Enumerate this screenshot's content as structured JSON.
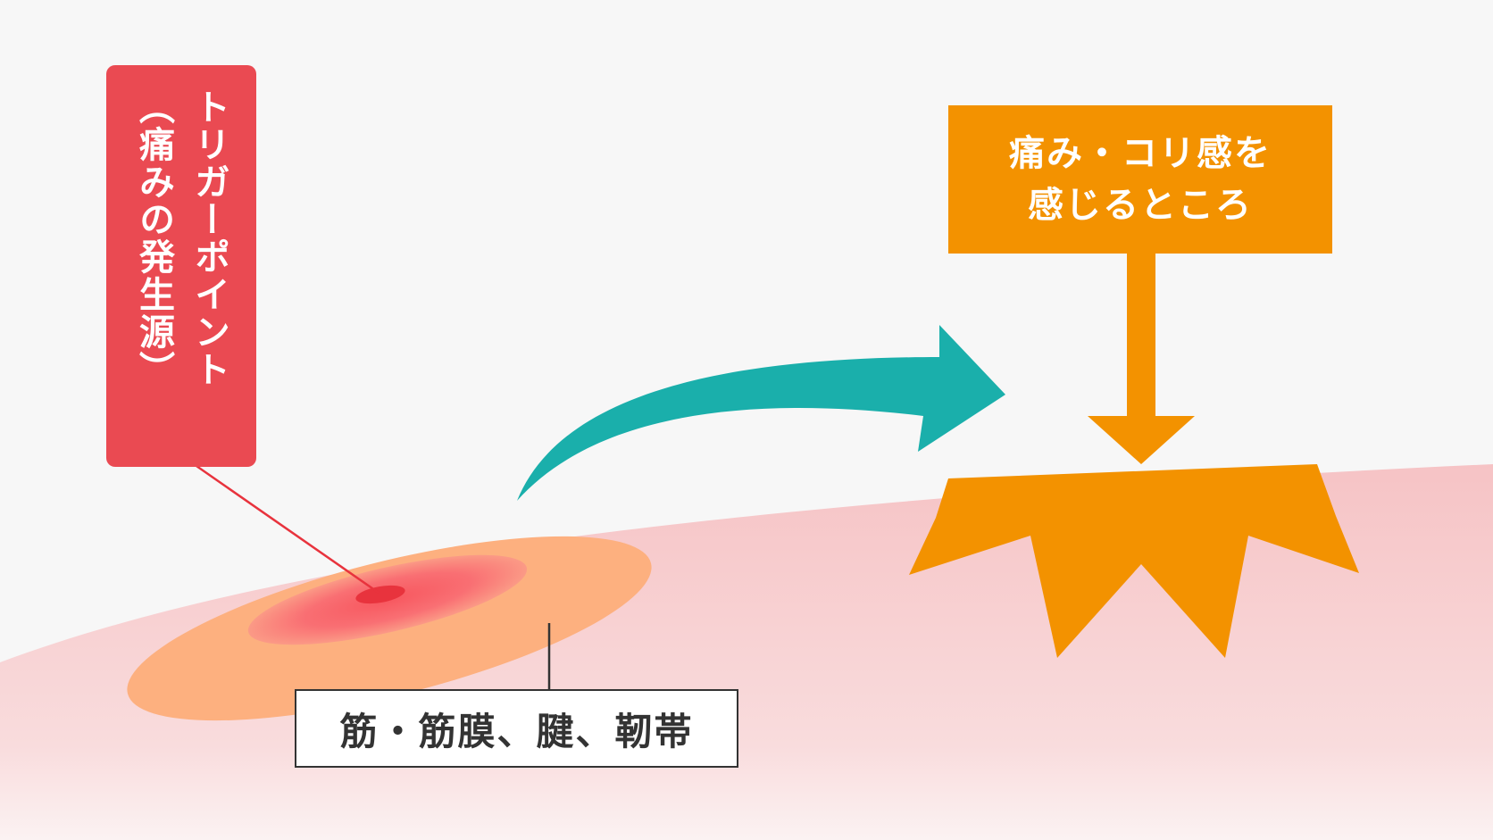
{
  "trigger_point": {
    "lines": [
      "トリガーポイント",
      "（痛みの発生源）"
    ]
  },
  "pain_area": {
    "lines": [
      "痛み・コリ感を",
      "感じるところ"
    ]
  },
  "tissue_label": "筋・筋膜、腱、靭帯",
  "colors": {
    "trigger_red": "#ea4a52",
    "pain_orange": "#f39200",
    "arrow_teal": "#1aafab",
    "skin_pink": "#f6c7c9",
    "tissue_peach": "#fdb07f"
  }
}
